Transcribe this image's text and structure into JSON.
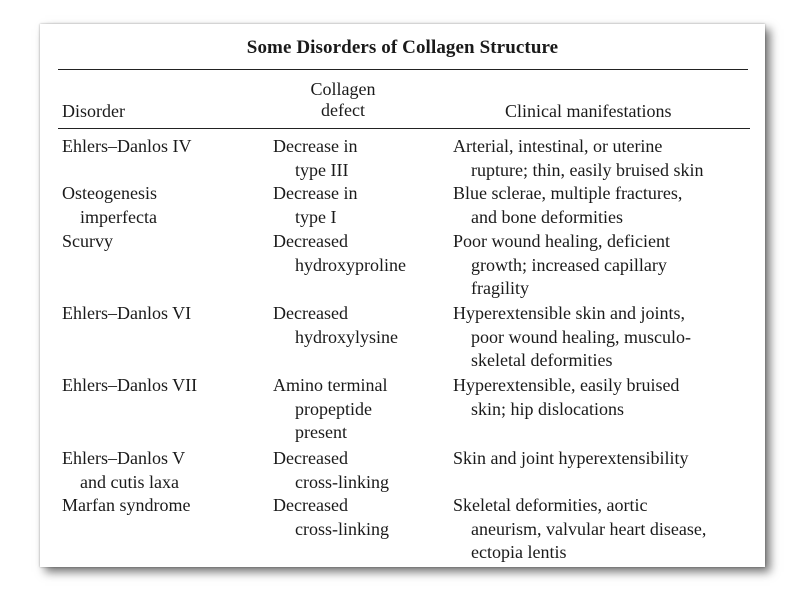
{
  "title": "Some Disorders of Collagen Structure",
  "headers": {
    "disorder": "Disorder",
    "defect_line1": "Collagen",
    "defect_line2": "defect",
    "manifestations": "Clinical manifestations"
  },
  "rows": [
    {
      "disorder": [
        "Ehlers–Danlos IV"
      ],
      "defect": [
        "Decrease in",
        "type III"
      ],
      "manifestations": [
        "Arterial, intestinal, or uterine",
        "rupture; thin, easily bruised skin"
      ]
    },
    {
      "disorder": [
        "Osteogenesis",
        "imperfecta"
      ],
      "defect": [
        "Decrease in",
        "type I"
      ],
      "manifestations": [
        "Blue sclerae, multiple fractures,",
        "and bone deformities"
      ]
    },
    {
      "disorder": [
        "Scurvy"
      ],
      "defect": [
        "Decreased",
        "hydroxyproline"
      ],
      "manifestations": [
        "Poor wound healing, deficient",
        "growth; increased capillary",
        "fragility"
      ]
    },
    {
      "disorder": [
        "Ehlers–Danlos VI"
      ],
      "defect": [
        "Decreased",
        "hydroxylysine"
      ],
      "manifestations": [
        "Hyperextensible skin and joints,",
        "poor wound healing, musculo-",
        "skeletal deformities"
      ]
    },
    {
      "disorder": [
        "Ehlers–Danlos VII"
      ],
      "defect": [
        "Amino terminal",
        "propeptide",
        "present"
      ],
      "manifestations": [
        "Hyperextensible, easily bruised",
        "skin; hip dislocations"
      ]
    },
    {
      "disorder": [
        "Ehlers–Danlos V",
        "and cutis laxa"
      ],
      "defect": [
        "Decreased",
        "cross-linking"
      ],
      "manifestations": [
        "Skin and joint hyperextensibility"
      ]
    },
    {
      "disorder": [
        "Marfan syndrome"
      ],
      "defect": [
        "Decreased",
        "cross-linking"
      ],
      "manifestations": [
        "Skeletal deformities, aortic",
        "aneurism, valvular heart disease,",
        "ectopia lentis"
      ]
    }
  ]
}
